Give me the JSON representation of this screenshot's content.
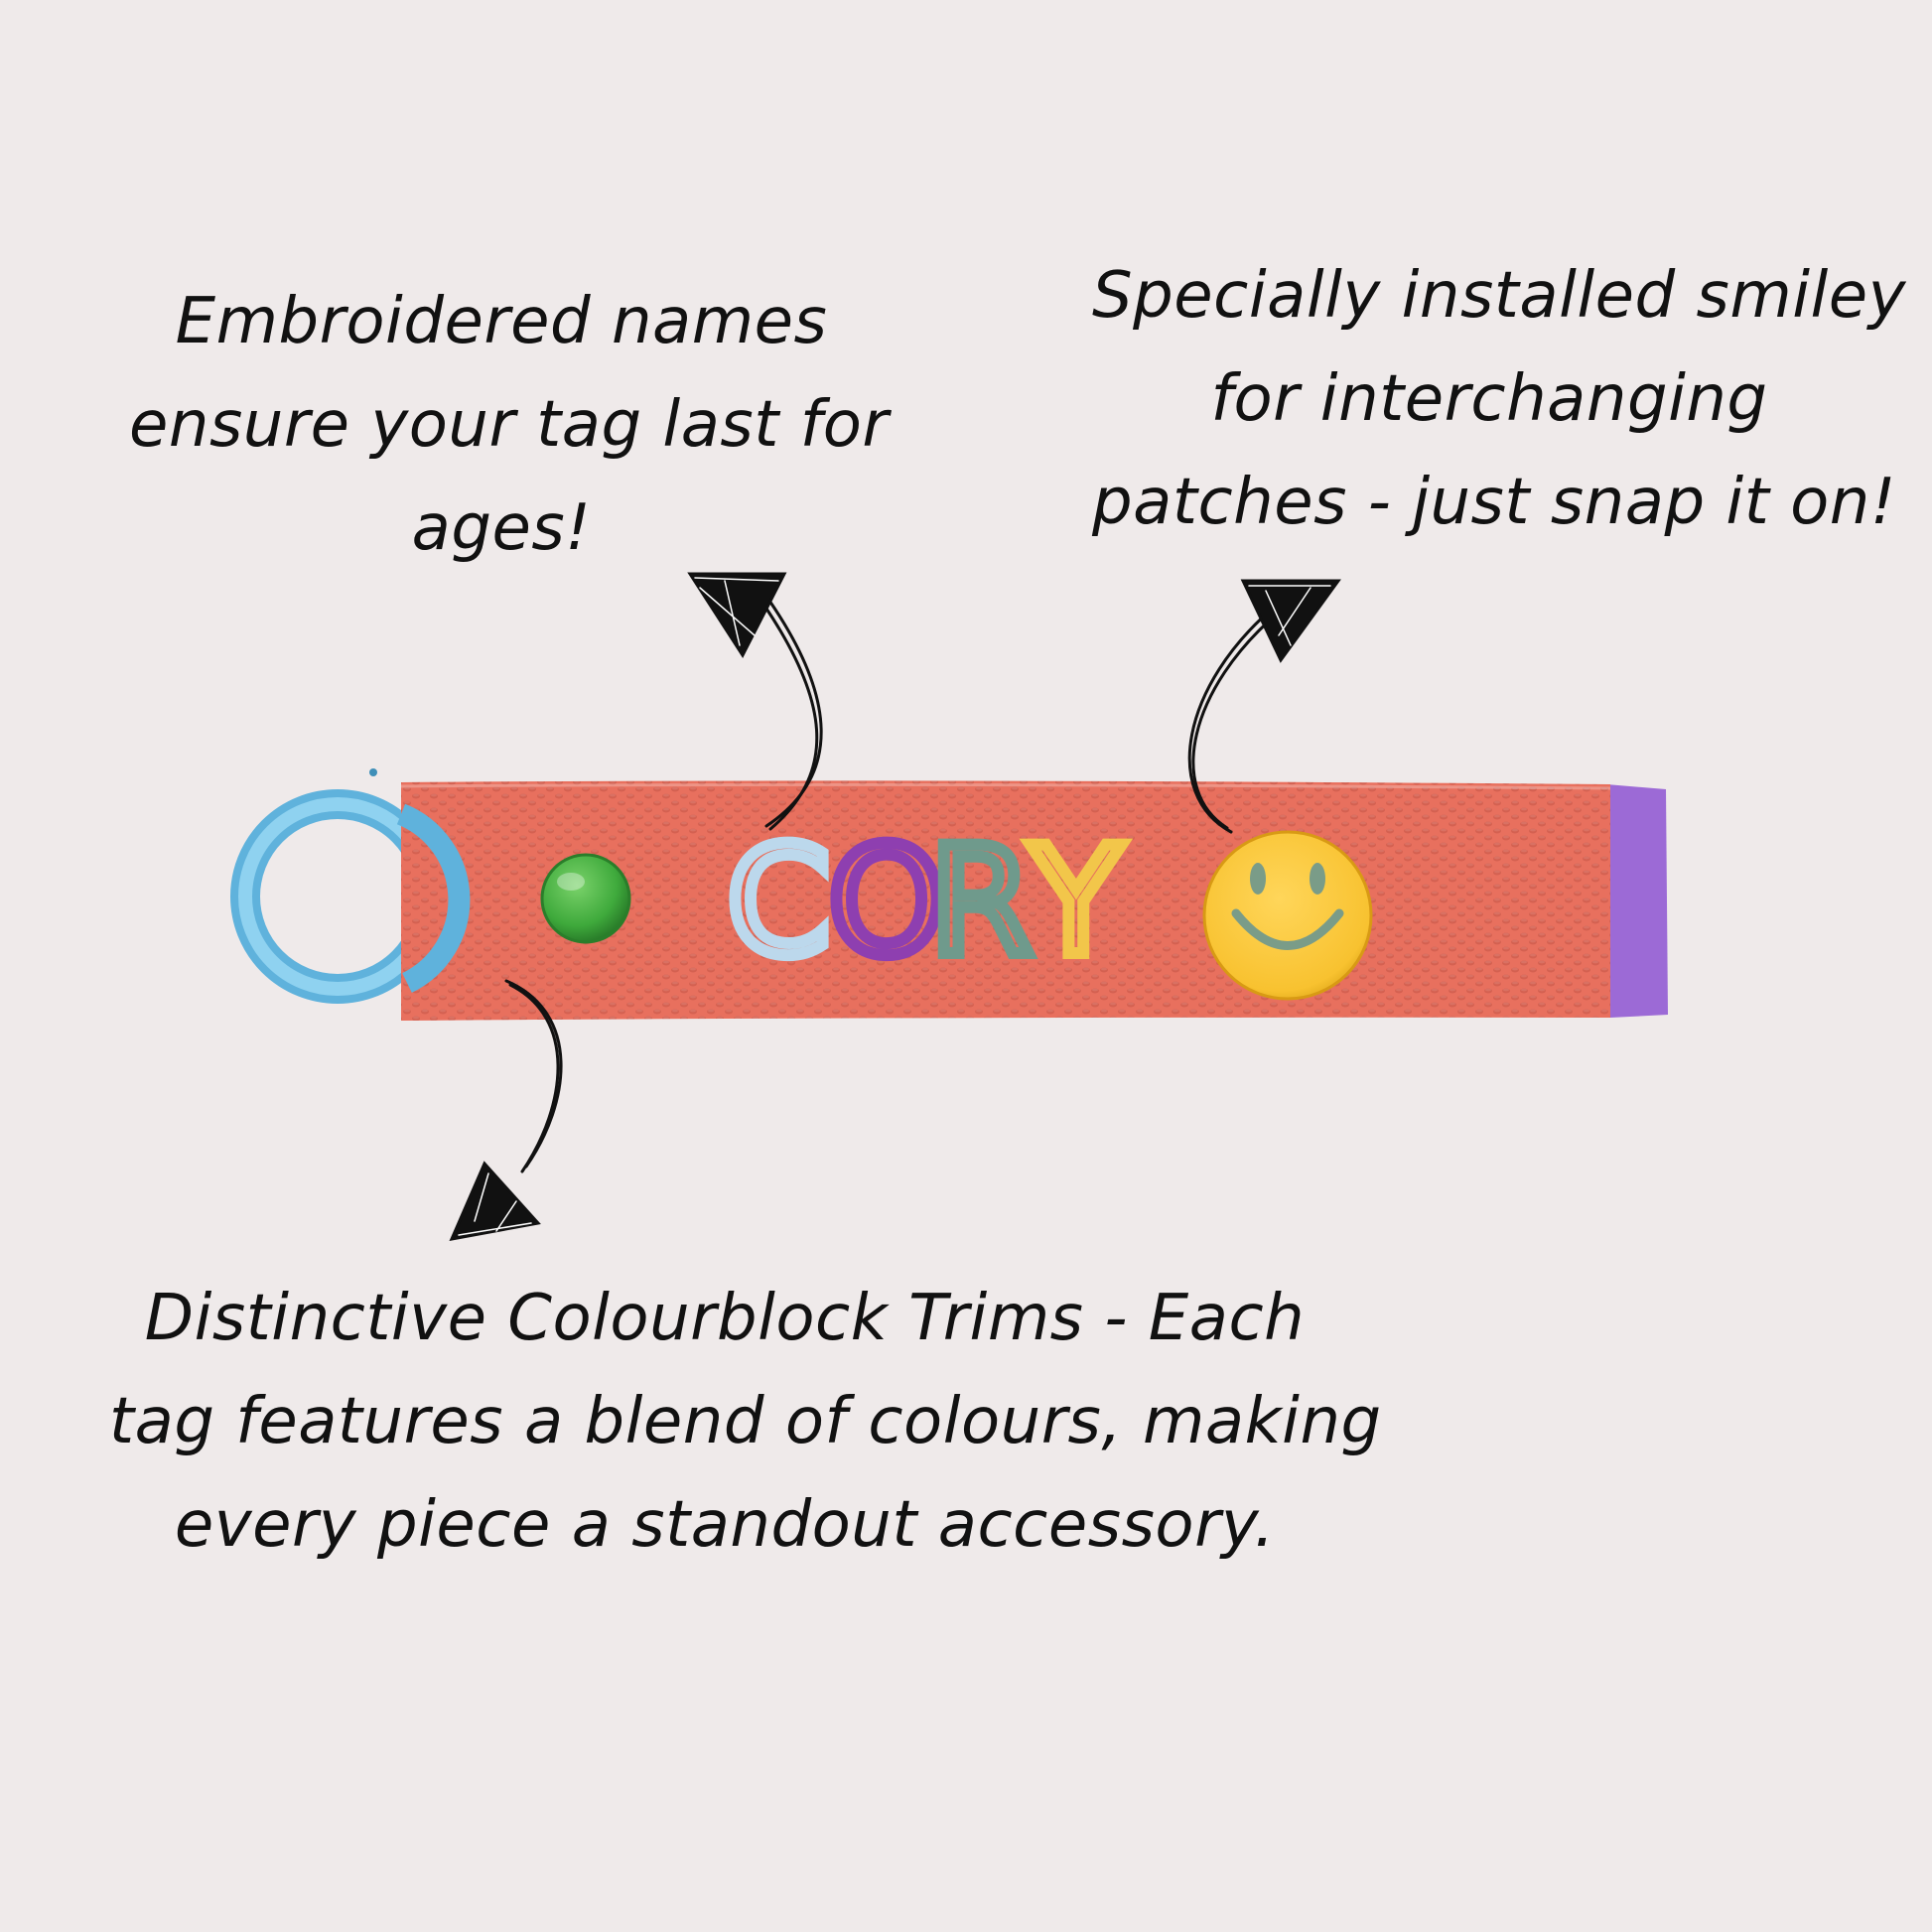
{
  "callouts": {
    "names": {
      "lines": [
        "Embroidered names",
        "ensure your tag last for",
        "ages!"
      ]
    },
    "smiley": {
      "lines": [
        "Specially installed smiley",
        "for interchanging",
        "patches - just snap it on!"
      ]
    },
    "trims": {
      "lines": [
        "Distinctive Colourblock Trims - Each",
        "tag features a blend of colours, making",
        "every piece a standout accessory."
      ]
    }
  },
  "keychain": {
    "name_letters": [
      {
        "char": "C",
        "color": "#bcd8ec"
      },
      {
        "char": "O",
        "color": "#8e3fb0"
      },
      {
        "char": "R",
        "color": "#6f9a8c"
      },
      {
        "char": "Y",
        "color": "#f2c64a"
      }
    ],
    "strap_color": "#e8705e",
    "ring_color": "#7ec8ea",
    "snap_color": "#3faa3c",
    "trim_color": "#9c6ad6",
    "smiley_color": "#f8c230",
    "smiley_face_color": "#7a9c88"
  },
  "colors": {
    "background": "#efeaea",
    "text": "#111111"
  }
}
